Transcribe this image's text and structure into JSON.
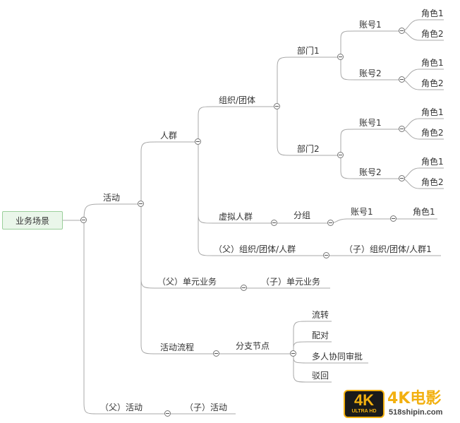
{
  "nodes": {
    "root": "业务场景",
    "activity": "活动",
    "crowd": "人群",
    "org": "组织/团体",
    "dept1": "部门1",
    "dept2": "部门2",
    "d1_acc1": "账号1",
    "d1_acc2": "账号2",
    "d2_acc1": "账号1",
    "d2_acc2": "账号2",
    "role_a1": "角色1",
    "role_a2": "角色2",
    "role_b1": "角色1",
    "role_b2": "角色2",
    "role_c1": "角色1",
    "role_c2": "角色2",
    "role_d1": "角色1",
    "role_d2": "角色2",
    "virtual_crowd": "虚拟人群",
    "group": "分组",
    "v_acc1": "账号1",
    "v_role1": "角色1",
    "parent_org": "（父）组织/团体/人群",
    "child_org": "（子）组织/团体/人群1",
    "parent_unit": "（父）单元业务",
    "child_unit": "（子）单元业务",
    "flow": "活动流程",
    "branch": "分支节点",
    "circulate": "流转",
    "match": "配对",
    "multi_review": "多人协同审批",
    "reject": "驳回",
    "parent_activity": "（父）活动",
    "child_activity": "（子）活动"
  },
  "watermark": {
    "badge_main": "4K",
    "badge_sub": "ULTRA HD",
    "title": "4K电影",
    "site": "518shipin.com"
  },
  "colors": {
    "line": "#a9a9a9",
    "root_fill": "#eaf6ea",
    "root_border": "#9bcf9b",
    "accent": "#f2b010"
  },
  "icons": [
    "collapse-icon"
  ]
}
